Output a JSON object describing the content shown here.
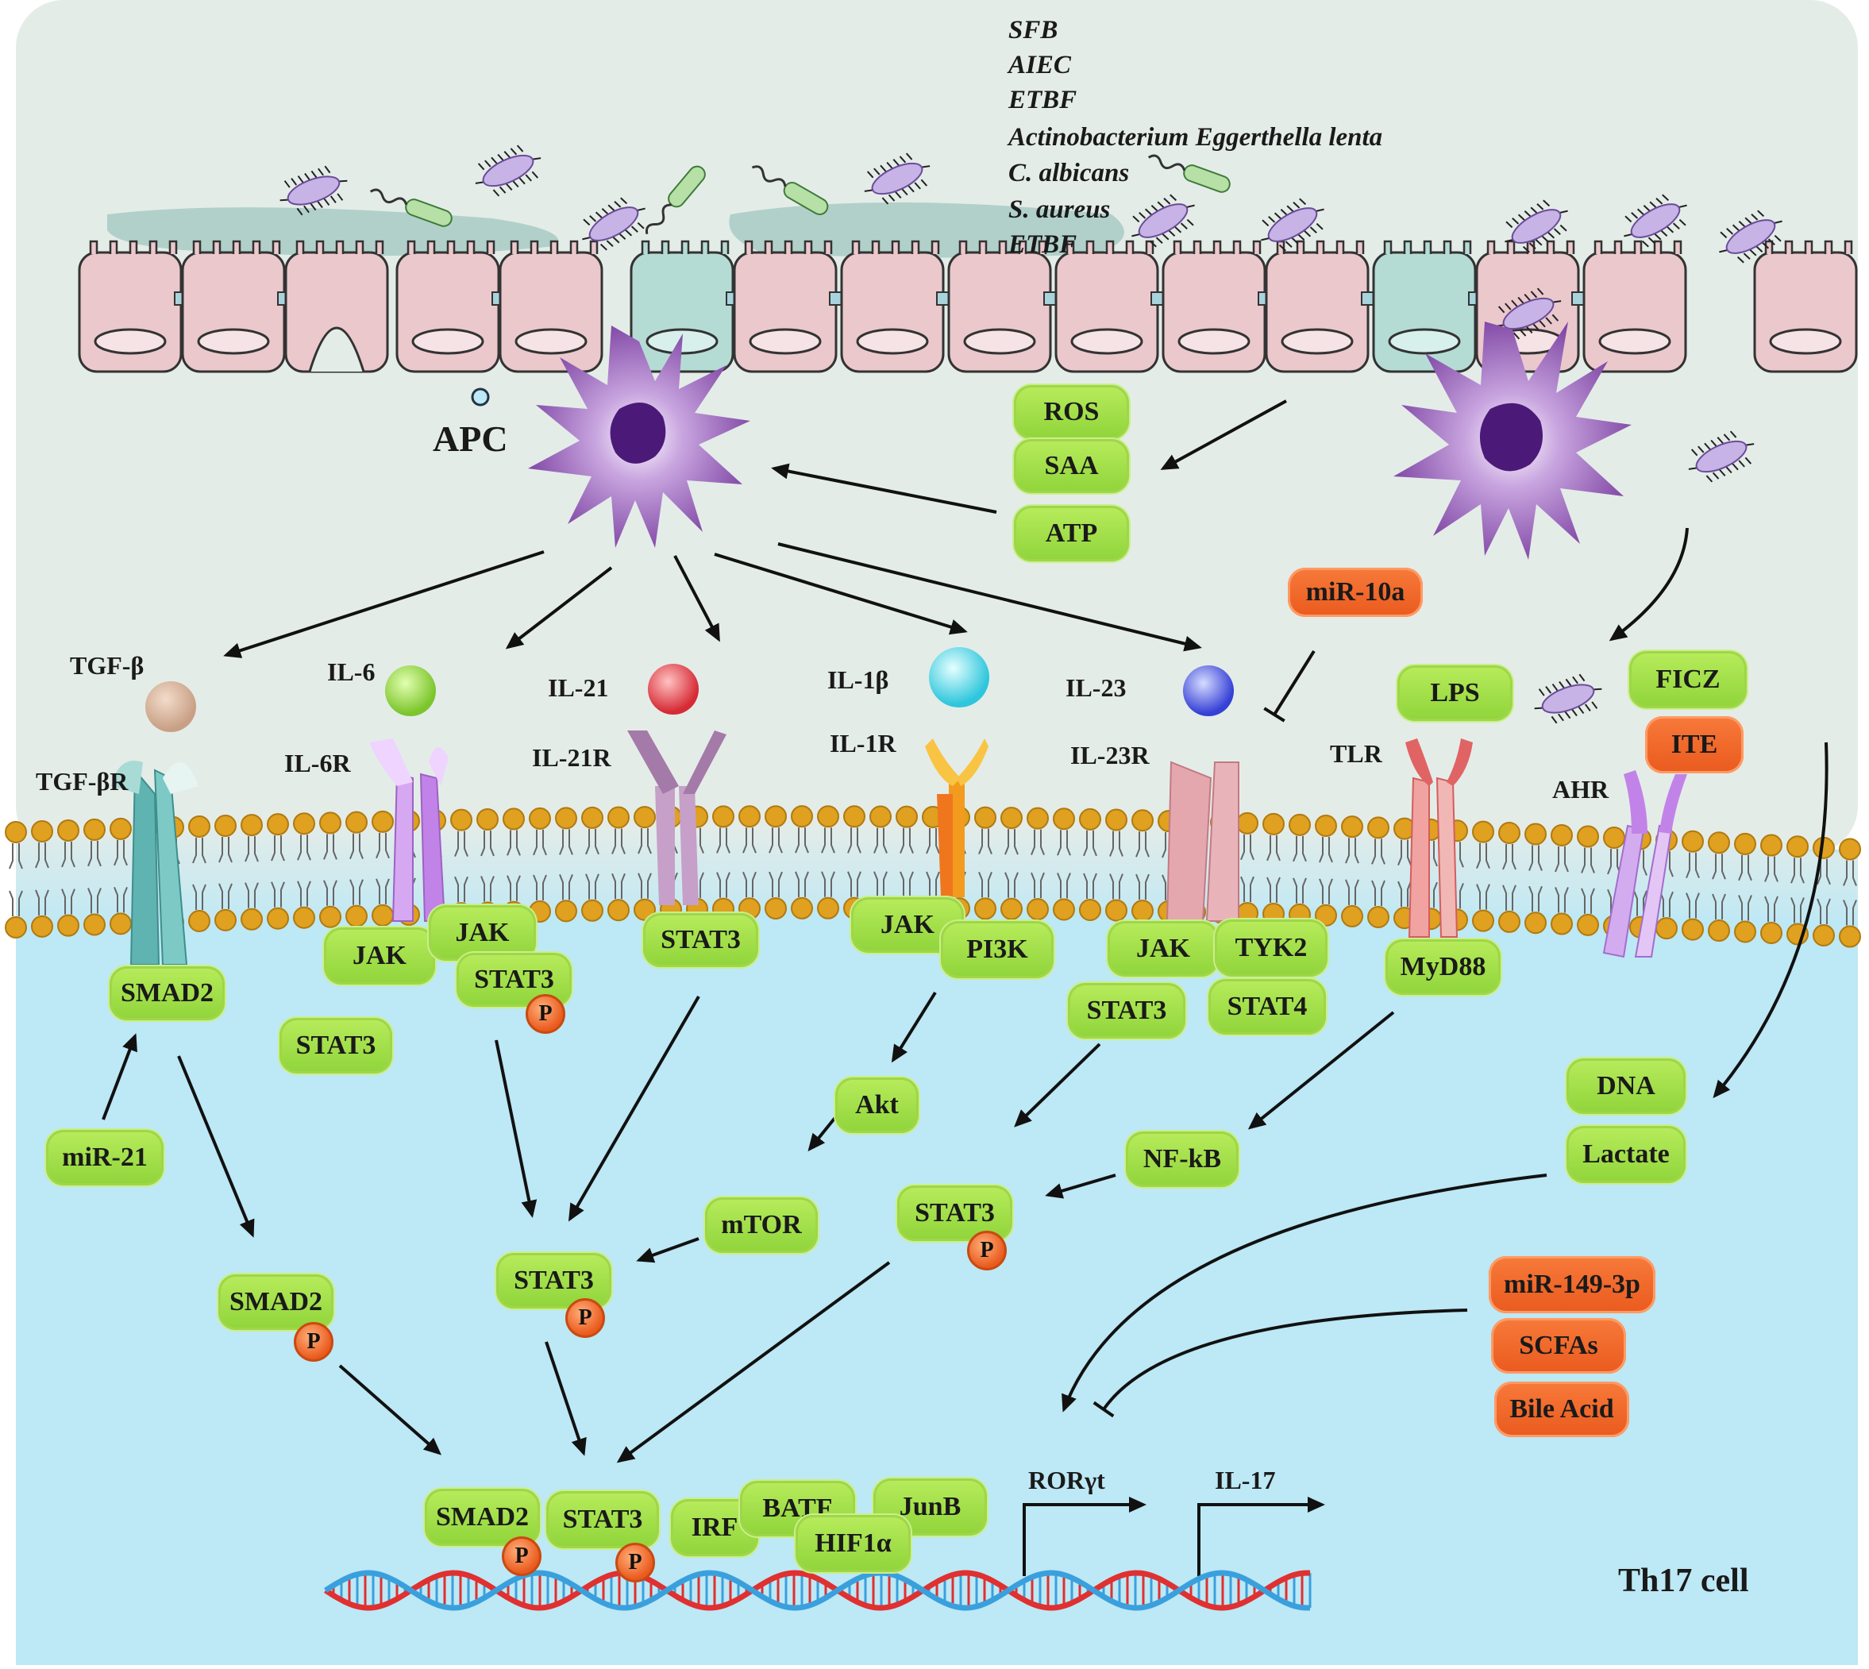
{
  "bacteria_list": [
    "SFB",
    "AIEC",
    "ETBF",
    "Actinobacterium Eggerthella lenta",
    "C. albicans",
    "S. aureus",
    "ETBF"
  ],
  "cells": {
    "apc": "APC",
    "th17": "Th17 cell"
  },
  "damage_signals": [
    "ROS",
    "SAA",
    "ATP"
  ],
  "cytokines": {
    "tgfb": "TGF-β",
    "il6": "IL-6",
    "il21": "IL-21",
    "il1b": "IL-1β",
    "il23": "IL-23"
  },
  "receptors": {
    "tgfbr": "TGF-βR",
    "il6r": "IL-6R",
    "il21r": "IL-21R",
    "il1r": "IL-1R",
    "il23r": "IL-23R",
    "tlr": "TLR",
    "ahr": "AHR"
  },
  "ligands": {
    "lps": "LPS",
    "ficz": "FICZ",
    "ite": "ITE"
  },
  "mirnas": {
    "mir10a": "miR-10a",
    "mir21": "miR-21",
    "mir149": "miR-149-3p"
  },
  "metabolites": {
    "scfas": "SCFAs",
    "bile": "Bile Acid",
    "dna": "DNA",
    "lactate": "Lactate"
  },
  "signaling": {
    "smad2": "SMAD2",
    "jak": "JAK",
    "stat3": "STAT3",
    "pi3k": "PI3K",
    "tyk2": "TYK2",
    "stat4": "STAT4",
    "myd88": "MyD88",
    "akt": "Akt",
    "mtor": "mTOR",
    "nfkb": "NF-kB"
  },
  "phospho": "P",
  "tfs": {
    "smad2": "SMAD2",
    "stat3": "STAT3",
    "irf": "IRF",
    "batf": "BATF",
    "junb": "JunB",
    "hif1a": "HIF1α"
  },
  "genes": {
    "rorgt": "RORγt",
    "il17": "IL-17"
  },
  "colors": {
    "lumen": "#e4ece8",
    "cytoplasm": "#bde8f5",
    "epithelium": "#ebc8cc",
    "goblet": "#b5dcd4",
    "green_box": "#a6e04a",
    "orange_box": "#ee6322",
    "apc": "#7a3fa0",
    "lipid_head": "#e0a020",
    "dna_red": "#e03030",
    "dna_blue": "#3aa0dd"
  }
}
